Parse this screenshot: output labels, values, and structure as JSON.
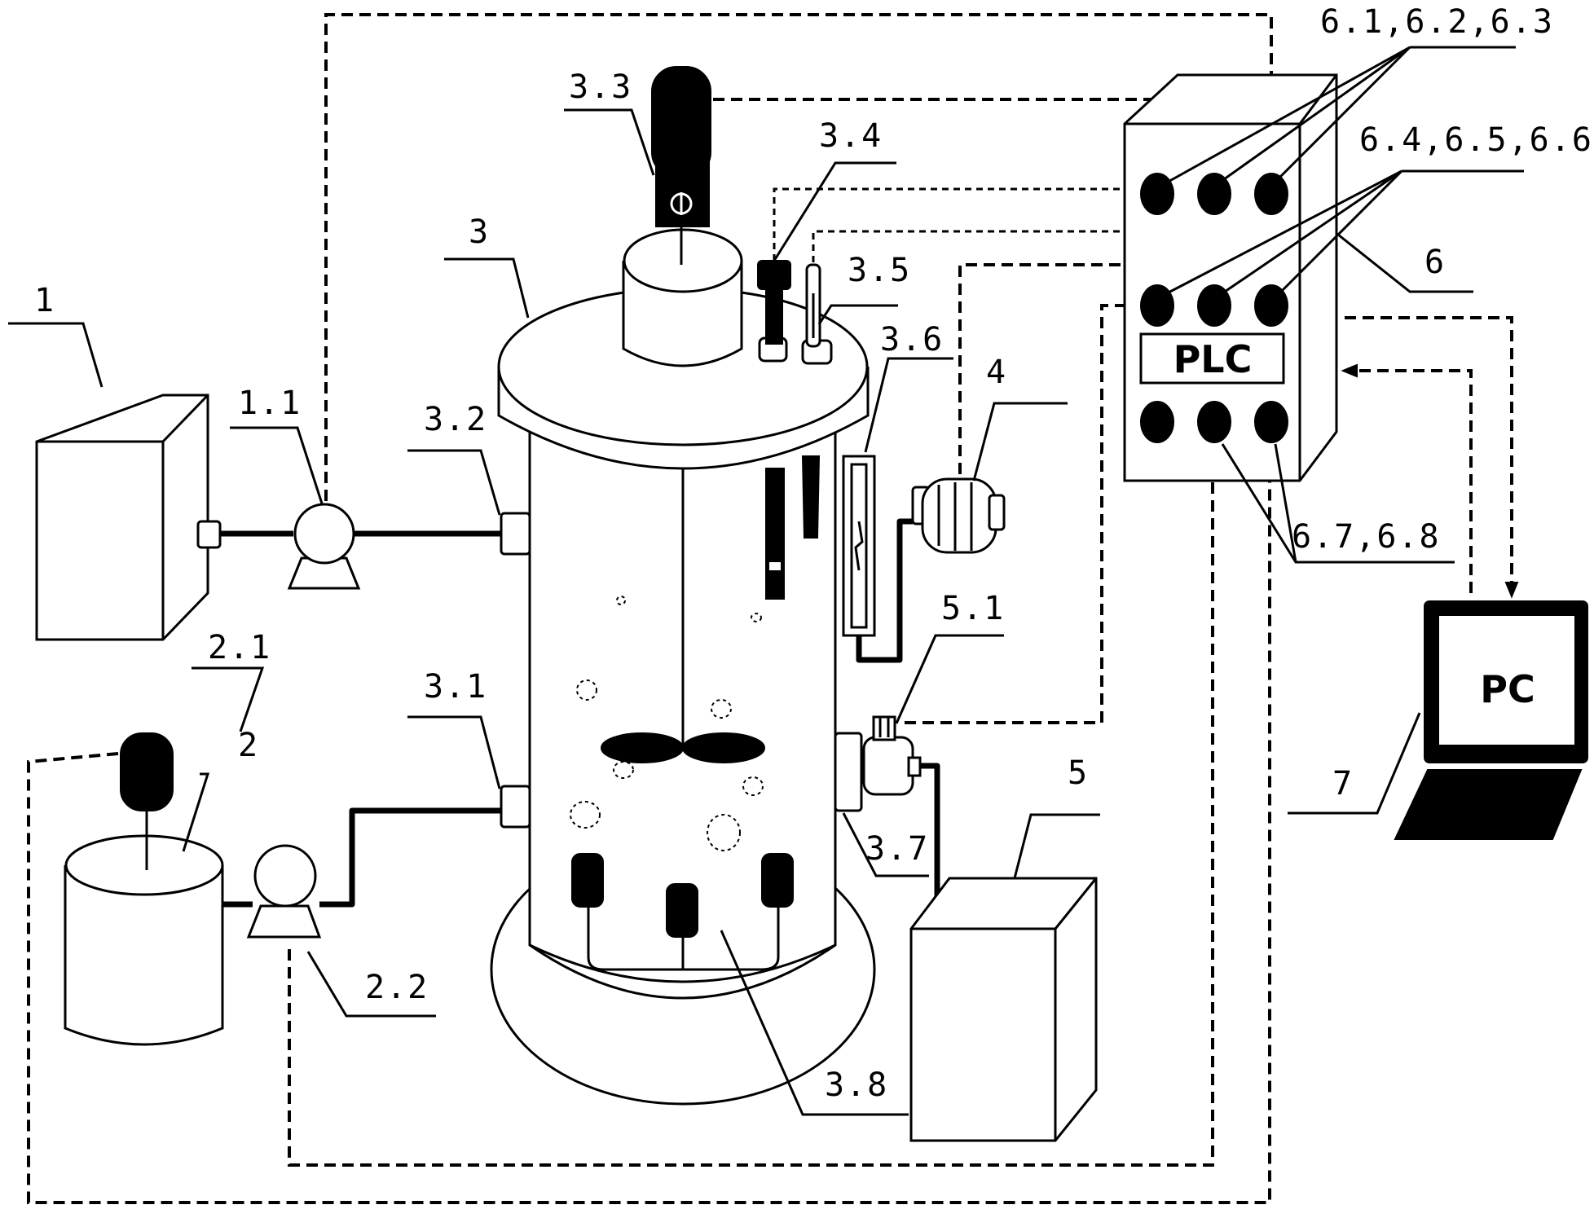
{
  "labels": {
    "l1": "1",
    "l1_1": "1.1",
    "l2": "2",
    "l2_1": "2.1",
    "l2_2": "2.2",
    "l3": "3",
    "l3_1": "3.1",
    "l3_2": "3.2",
    "l3_3": "3.3",
    "l3_4": "3.4",
    "l3_5": "3.5",
    "l3_6": "3.6",
    "l3_7": "3.7",
    "l3_8": "3.8",
    "l4": "4",
    "l5": "5",
    "l5_1": "5.1",
    "l6": "6",
    "l6_1": "6.1,6.2,6.3",
    "l6_4": "6.4,6.5,6.6",
    "l6_7": "6.7,6.8",
    "l7": "7"
  },
  "plc": {
    "text": "PLC"
  },
  "pc": {
    "text": "PC"
  }
}
